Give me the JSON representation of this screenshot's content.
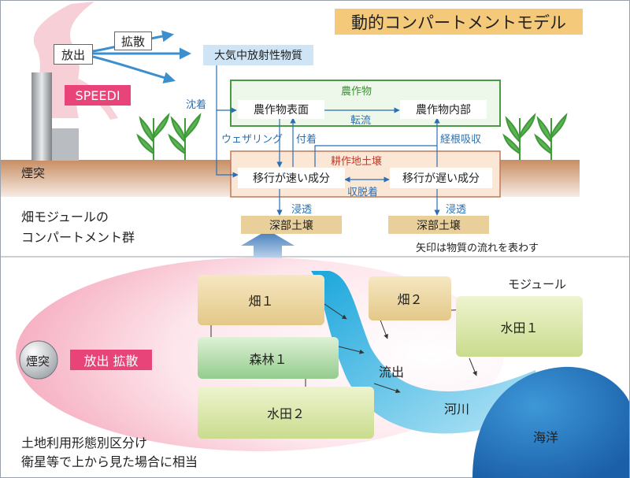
{
  "title": "動的コンパートメントモデル",
  "release": "放出",
  "diffusion": "拡散",
  "atmosphere": "大気中放射性物質",
  "speedi": "SPEEDI",
  "deposition": "沈着",
  "crop": {
    "title": "農作物",
    "surface": "農作物表面",
    "inner": "農作物内部",
    "translocation": "転流"
  },
  "weathering": "ウェザリング",
  "attachment": "付着",
  "root_uptake": "経根吸収",
  "chimney": "煙突",
  "soil": {
    "title": "耕作地土壌",
    "fast": "移行が速い成分",
    "slow": "移行が遅い成分",
    "sorption": "収脱着"
  },
  "percolation_left": "浸透",
  "percolation_right": "浸透",
  "deep_soil_left": "深部土壌",
  "deep_soil_right": "深部土壌",
  "field_module_line1": "畑モジュールの",
  "field_module_line2": "コンパートメント群",
  "arrow_note": "矢印は物質の流れを表わす",
  "module_label": "モジュール",
  "chimney_circle": "煙突",
  "release_diffusion": "放出 拡散",
  "modules": {
    "field1": "畑１",
    "field2": "畑２",
    "forest1": "森林１",
    "paddy1": "水田１",
    "paddy2": "水田２"
  },
  "runoff": "流出",
  "river": "河川",
  "ocean": "海洋",
  "landuse_line1": "土地利用形態別区分け",
  "landuse_line2": "衛星等で上から見た場合に相当",
  "colors": {
    "arrow_blue": "#2a6fb3",
    "crop_green": "#4a9a45",
    "soil_red": "#c0392b",
    "speedi_pink": "#e8447a",
    "title_bg": "#f5c97a"
  }
}
